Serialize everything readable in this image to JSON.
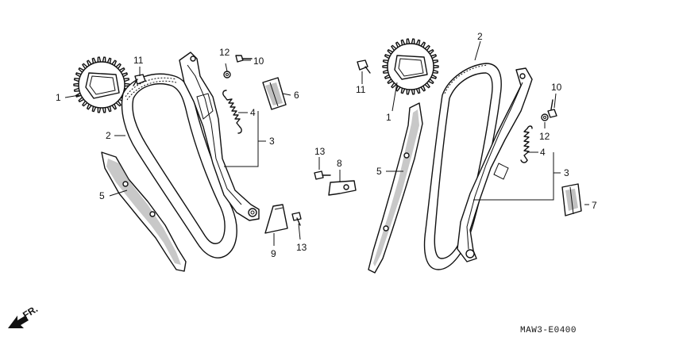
{
  "callouts": {
    "c1a": "1",
    "c1b": "1",
    "c2a": "2",
    "c2b": "2",
    "c3a": "3",
    "c3b": "3",
    "c4a": "4",
    "c4b": "4",
    "c5a": "5",
    "c5b": "5",
    "c6": "6",
    "c7": "7",
    "c8": "8",
    "c9": "9",
    "c10a": "10",
    "c10b": "10",
    "c11a": "11",
    "c11b": "11",
    "c12a": "12",
    "c12b": "12",
    "c13a": "13",
    "c13b": "13"
  },
  "front_marker": "FR.",
  "diagram_code": "MAW3-E0400"
}
